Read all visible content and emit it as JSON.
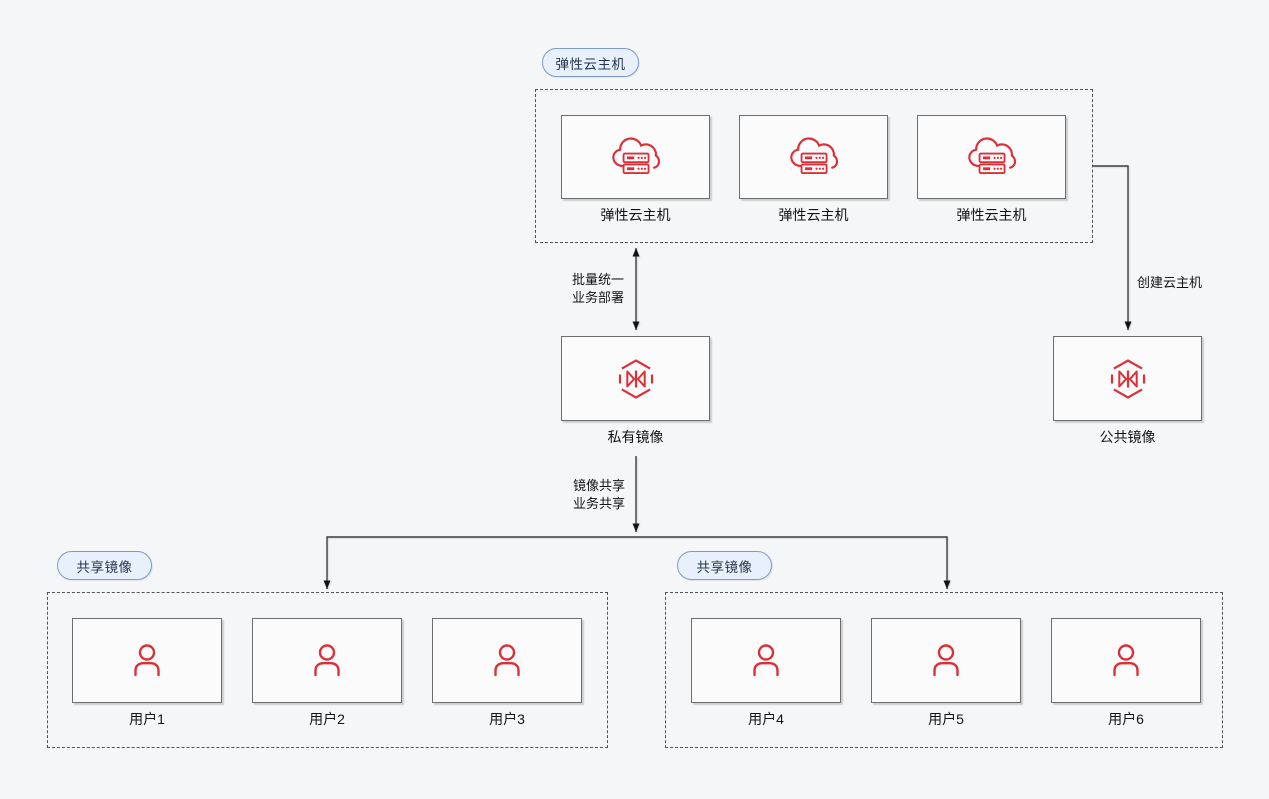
{
  "colors": {
    "accent_red": "#db3038",
    "badge_bg": "#e8f1fb",
    "badge_border": "#7e9bc7",
    "line": "#3d3d3d",
    "box_border": "#6e6e6e",
    "canvas_bg": "#f5f6f7"
  },
  "ecs_section": {
    "badge": "弹性云主机",
    "servers": [
      "弹性云主机",
      "弹性云主机",
      "弹性云主机"
    ]
  },
  "private_image": {
    "label": "私有镜像"
  },
  "public_image": {
    "label": "公共镜像"
  },
  "edge_labels": {
    "batch": [
      "批量统一",
      "业务部署"
    ],
    "create": "创建云主机",
    "share": [
      "镜像共享",
      "业务共享"
    ]
  },
  "share_left": {
    "badge": "共享镜像",
    "users": [
      "用户1",
      "用户2",
      "用户3"
    ]
  },
  "share_right": {
    "badge": "共享镜像",
    "users": [
      "用户4",
      "用户5",
      "用户6"
    ]
  }
}
